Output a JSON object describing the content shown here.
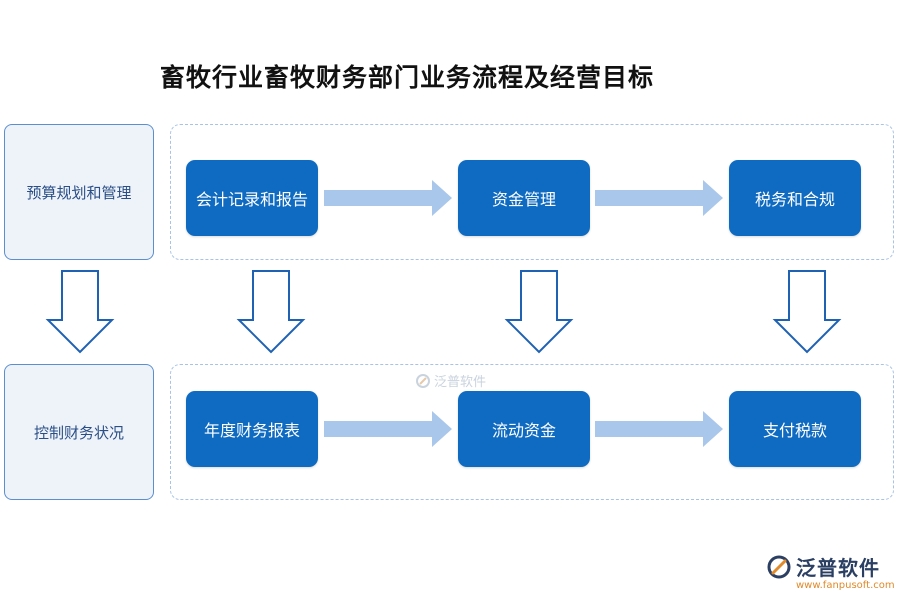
{
  "title": "畜牧行业畜牧财务部门业务流程及经营目标",
  "rows": [
    {
      "side_label": "预算规划和管理",
      "nodes": [
        "会计记录和报告",
        "资金管理",
        "税务和合规"
      ]
    },
    {
      "side_label": "控制财务状况",
      "nodes": [
        "年度财务报表",
        "流动资金",
        "支付税款"
      ]
    }
  ],
  "watermark": "泛普软件",
  "logo": {
    "name": "泛普软件",
    "url": "www.fanpusoft.com"
  },
  "colors": {
    "node_fill": "#0f6bc1",
    "side_fill": "#eef3fa",
    "side_border": "#5b8fd0",
    "dashed_border": "#a9c3e6",
    "horizontal_arrow": "#a9c7ea",
    "outline_arrow": "#1f62b4",
    "logo_accent": "#e08a2b"
  }
}
